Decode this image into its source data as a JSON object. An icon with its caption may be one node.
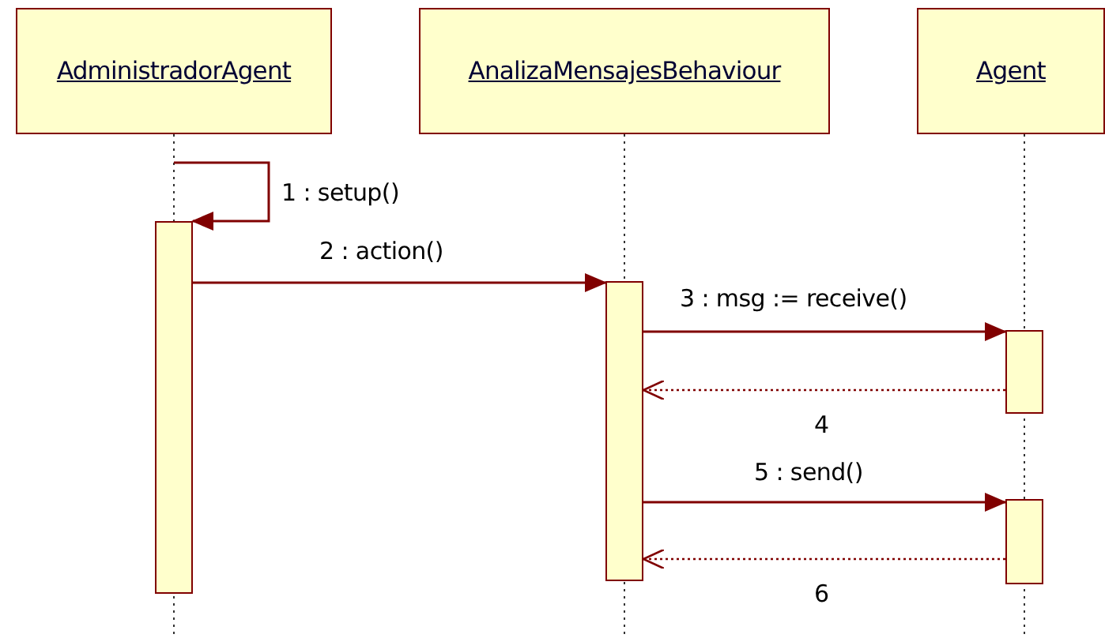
{
  "diagram": {
    "nodes": [
      {
        "text": [
          "AdministradorAgent"
        ]
      },
      {
        "text": [
          "AnalizaMensajesBehaviour"
        ]
      },
      {
        "text": [
          "Agent"
        ]
      },
      {
        "text": [],
        "shape": "bar"
      },
      {
        "text": [],
        "shape": "bar"
      },
      {
        "text": [],
        "shape": "bar"
      },
      {
        "text": [],
        "shape": "bar"
      }
    ],
    "edges": [
      {
        "from": 0,
        "to": 3,
        "arrow": "to",
        "label": "1 : setup()"
      },
      {
        "from": 3,
        "to": 4,
        "arrow": "to",
        "label": "2 : action()"
      },
      {
        "from": 4,
        "to": 5,
        "arrow": "to",
        "label": "3 : msg := receive()"
      },
      {
        "from": 5,
        "to": 4,
        "arrow": "to",
        "label": "4",
        "style": "dashed"
      },
      {
        "from": 4,
        "to": 6,
        "arrow": "to",
        "label": "5 : send()"
      },
      {
        "from": 6,
        "to": 4,
        "arrow": "to",
        "label": "6",
        "style": "dashed"
      }
    ]
  }
}
